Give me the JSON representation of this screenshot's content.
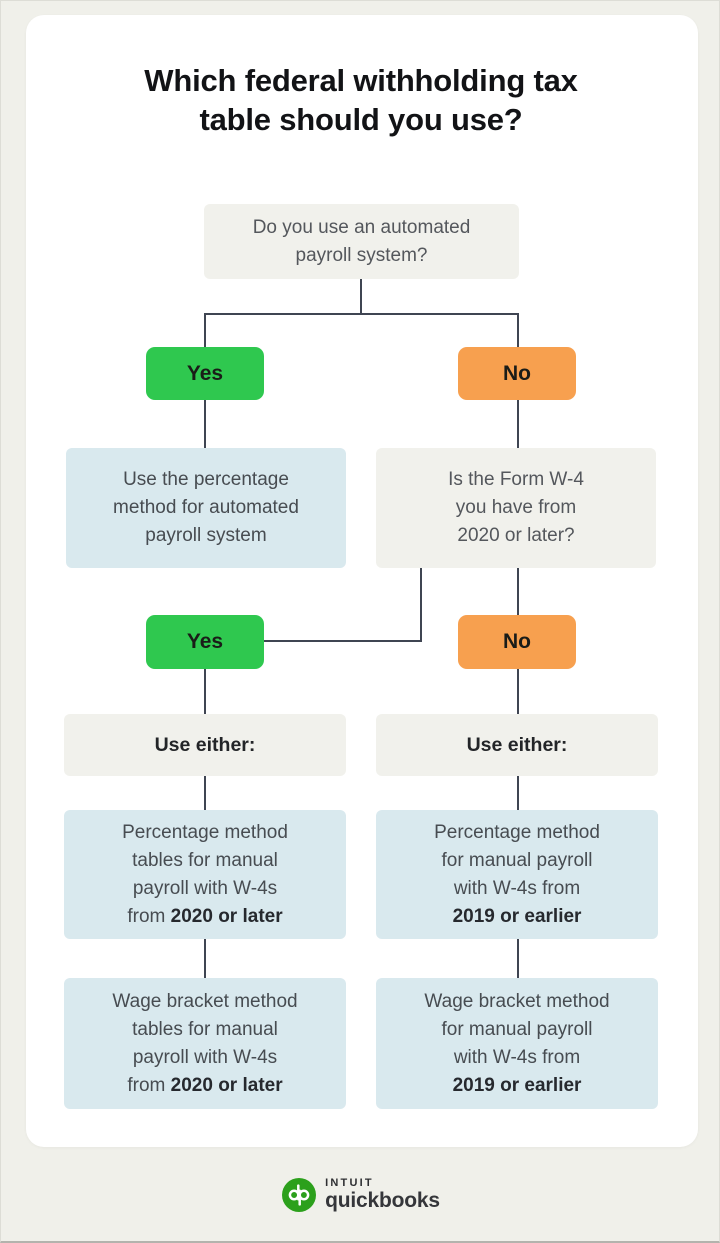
{
  "title": {
    "line1": "Which federal withholding tax",
    "line2": "table should you use?"
  },
  "colors": {
    "background": "#f0f0ea",
    "card": "#ffffff",
    "gray_box": "#f1f1ec",
    "blue_box": "#d9e9ee",
    "yes_green": "#2fc84f",
    "no_orange": "#f7a04f",
    "connector_line": "#3f4552",
    "quickbooks_green": "#2ca01c"
  },
  "flow": {
    "q1": {
      "line1": "Do you use an automated",
      "line2": "payroll system?"
    },
    "yes1": "Yes",
    "no1": "No",
    "auto_result": {
      "line1": "Use the percentage",
      "line2": "method for automated",
      "line3": "payroll system"
    },
    "q2": {
      "line1": "Is the Form W-4",
      "line2": "you have from",
      "line3": "2020 or later?"
    },
    "yes2": "Yes",
    "no2": "No",
    "either_left": "Use either:",
    "either_right": "Use either:",
    "pm_left": {
      "line1": "Percentage method",
      "line2": "tables for manual",
      "line3": "payroll with W-4s",
      "prefix": "from ",
      "bold": "2020 or later"
    },
    "pm_right": {
      "line1": "Percentage method",
      "line2": "for manual payroll",
      "line3": "with W-4s from",
      "prefix": "",
      "bold": "2019 or earlier"
    },
    "wb_left": {
      "line1": "Wage bracket method",
      "line2": "tables for manual",
      "line3": "payroll with W-4s",
      "prefix": "from ",
      "bold": "2020 or later"
    },
    "wb_right": {
      "line1": "Wage bracket method",
      "line2": "for manual payroll",
      "line3": "with W-4s from",
      "prefix": "",
      "bold": "2019 or earlier"
    }
  },
  "footer": {
    "brand_top": "INTUIT",
    "brand_bottom": "quickbooks"
  }
}
